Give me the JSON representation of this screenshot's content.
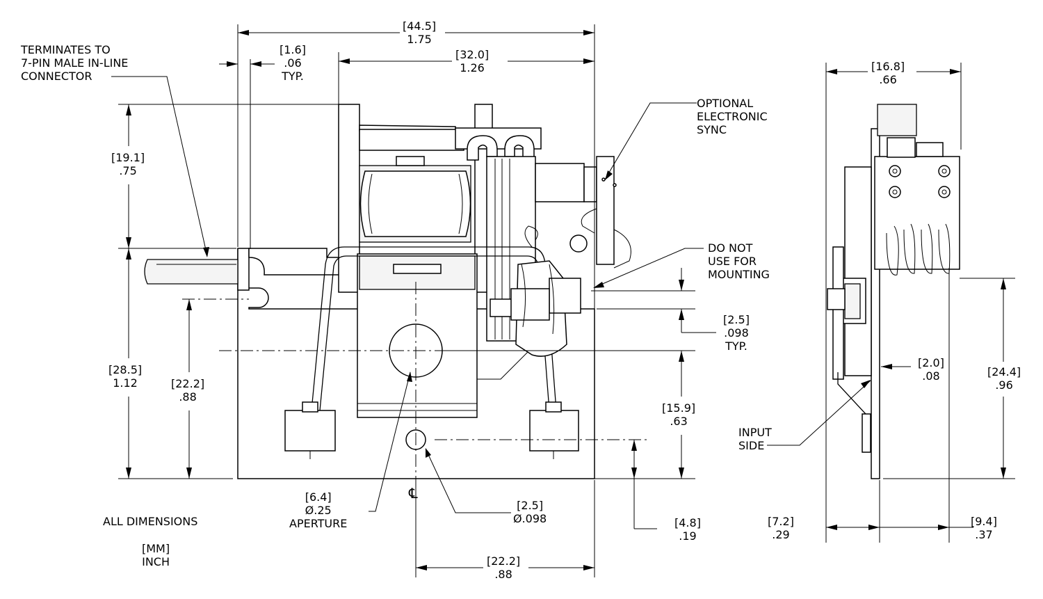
{
  "notes": {
    "terminates": [
      "TERMINATES TO",
      "7-PIN MALE IN-LINE",
      "CONNECTOR"
    ],
    "optional_sync": [
      "OPTIONAL",
      "ELECTRONIC",
      "SYNC"
    ],
    "do_not_use": [
      "DO NOT",
      "USE FOR",
      "MOUNTING"
    ],
    "input_side": [
      "INPUT",
      "SIDE"
    ],
    "all_dimensions": "ALL DIMENSIONS",
    "units": [
      "[MM]",
      "INCH"
    ],
    "centerline_symbol": "℄"
  },
  "dimensions": {
    "overall_width": {
      "mm": "[44.5]",
      "inch": "1.75"
    },
    "wall": {
      "mm": "[1.6]",
      "inch": ".06",
      "note": "TYP."
    },
    "upper_width": {
      "mm": "[32.0]",
      "inch": "1.26"
    },
    "upper_height": {
      "mm": "[19.1]",
      "inch": ".75"
    },
    "overall_height": {
      "mm": "[28.5]",
      "inch": "1.12"
    },
    "slot_height": {
      "mm": "[22.2]",
      "inch": ".88"
    },
    "aperture": {
      "mm": "[6.4]",
      "inch": "Ø.25",
      "note": "APERTURE"
    },
    "hole": {
      "mm": "[2.5]",
      "inch": "Ø.098"
    },
    "step": {
      "mm": "[2.5]",
      "inch": ".098",
      "note": "TYP."
    },
    "aperture_height": {
      "mm": "[15.9]",
      "inch": ".63"
    },
    "hole_height": {
      "mm": "[4.8]",
      "inch": ".19"
    },
    "hole_offset": {
      "mm": "[22.2]",
      "inch": ".88"
    },
    "side_width": {
      "mm": "[16.8]",
      "inch": ".66"
    },
    "side_thickness": {
      "mm": "[2.0]",
      "inch": ".08"
    },
    "side_height": {
      "mm": "[24.4]",
      "inch": ".96"
    },
    "side_left": {
      "mm": "[7.2]",
      "inch": ".29"
    },
    "side_right": {
      "mm": "[9.4]",
      "inch": ".37"
    }
  }
}
